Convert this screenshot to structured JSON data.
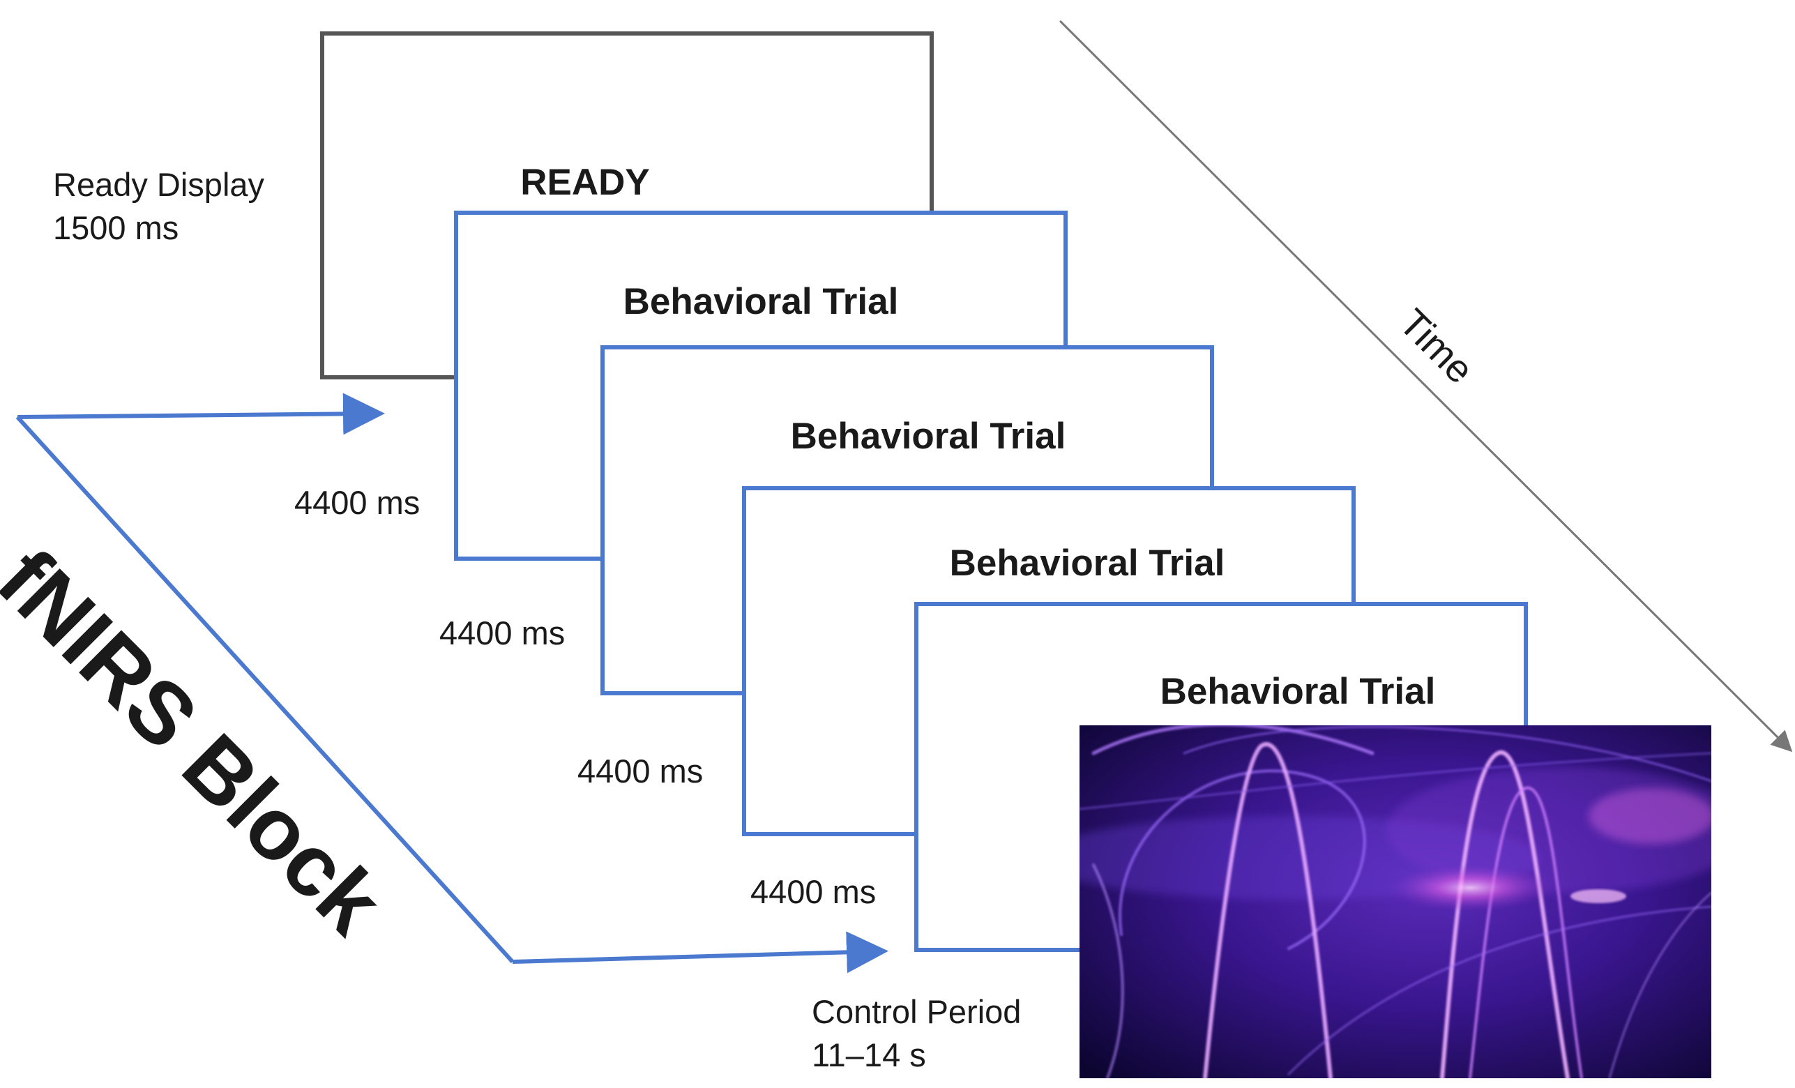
{
  "ready_display": {
    "label_line1": "Ready Display",
    "label_line2": "1500 ms",
    "screen_text": "READY"
  },
  "trials": [
    {
      "title": "Behavioral Trial",
      "duration": "4400 ms"
    },
    {
      "title": "Behavioral Trial",
      "duration": "4400 ms"
    },
    {
      "title": "Behavioral Trial",
      "duration": "4400 ms"
    },
    {
      "title": "Behavioral Trial",
      "duration": "4400 ms"
    }
  ],
  "control_period": {
    "label_line1": "Control Period",
    "label_line2": "11–14 s"
  },
  "block_label": "fNIRS Block",
  "time_label": "Time",
  "colors": {
    "trial_border": "#4a79cf",
    "ready_border": "#555555",
    "block_arrow": "#4a79cf",
    "time_arrow": "#777777"
  }
}
